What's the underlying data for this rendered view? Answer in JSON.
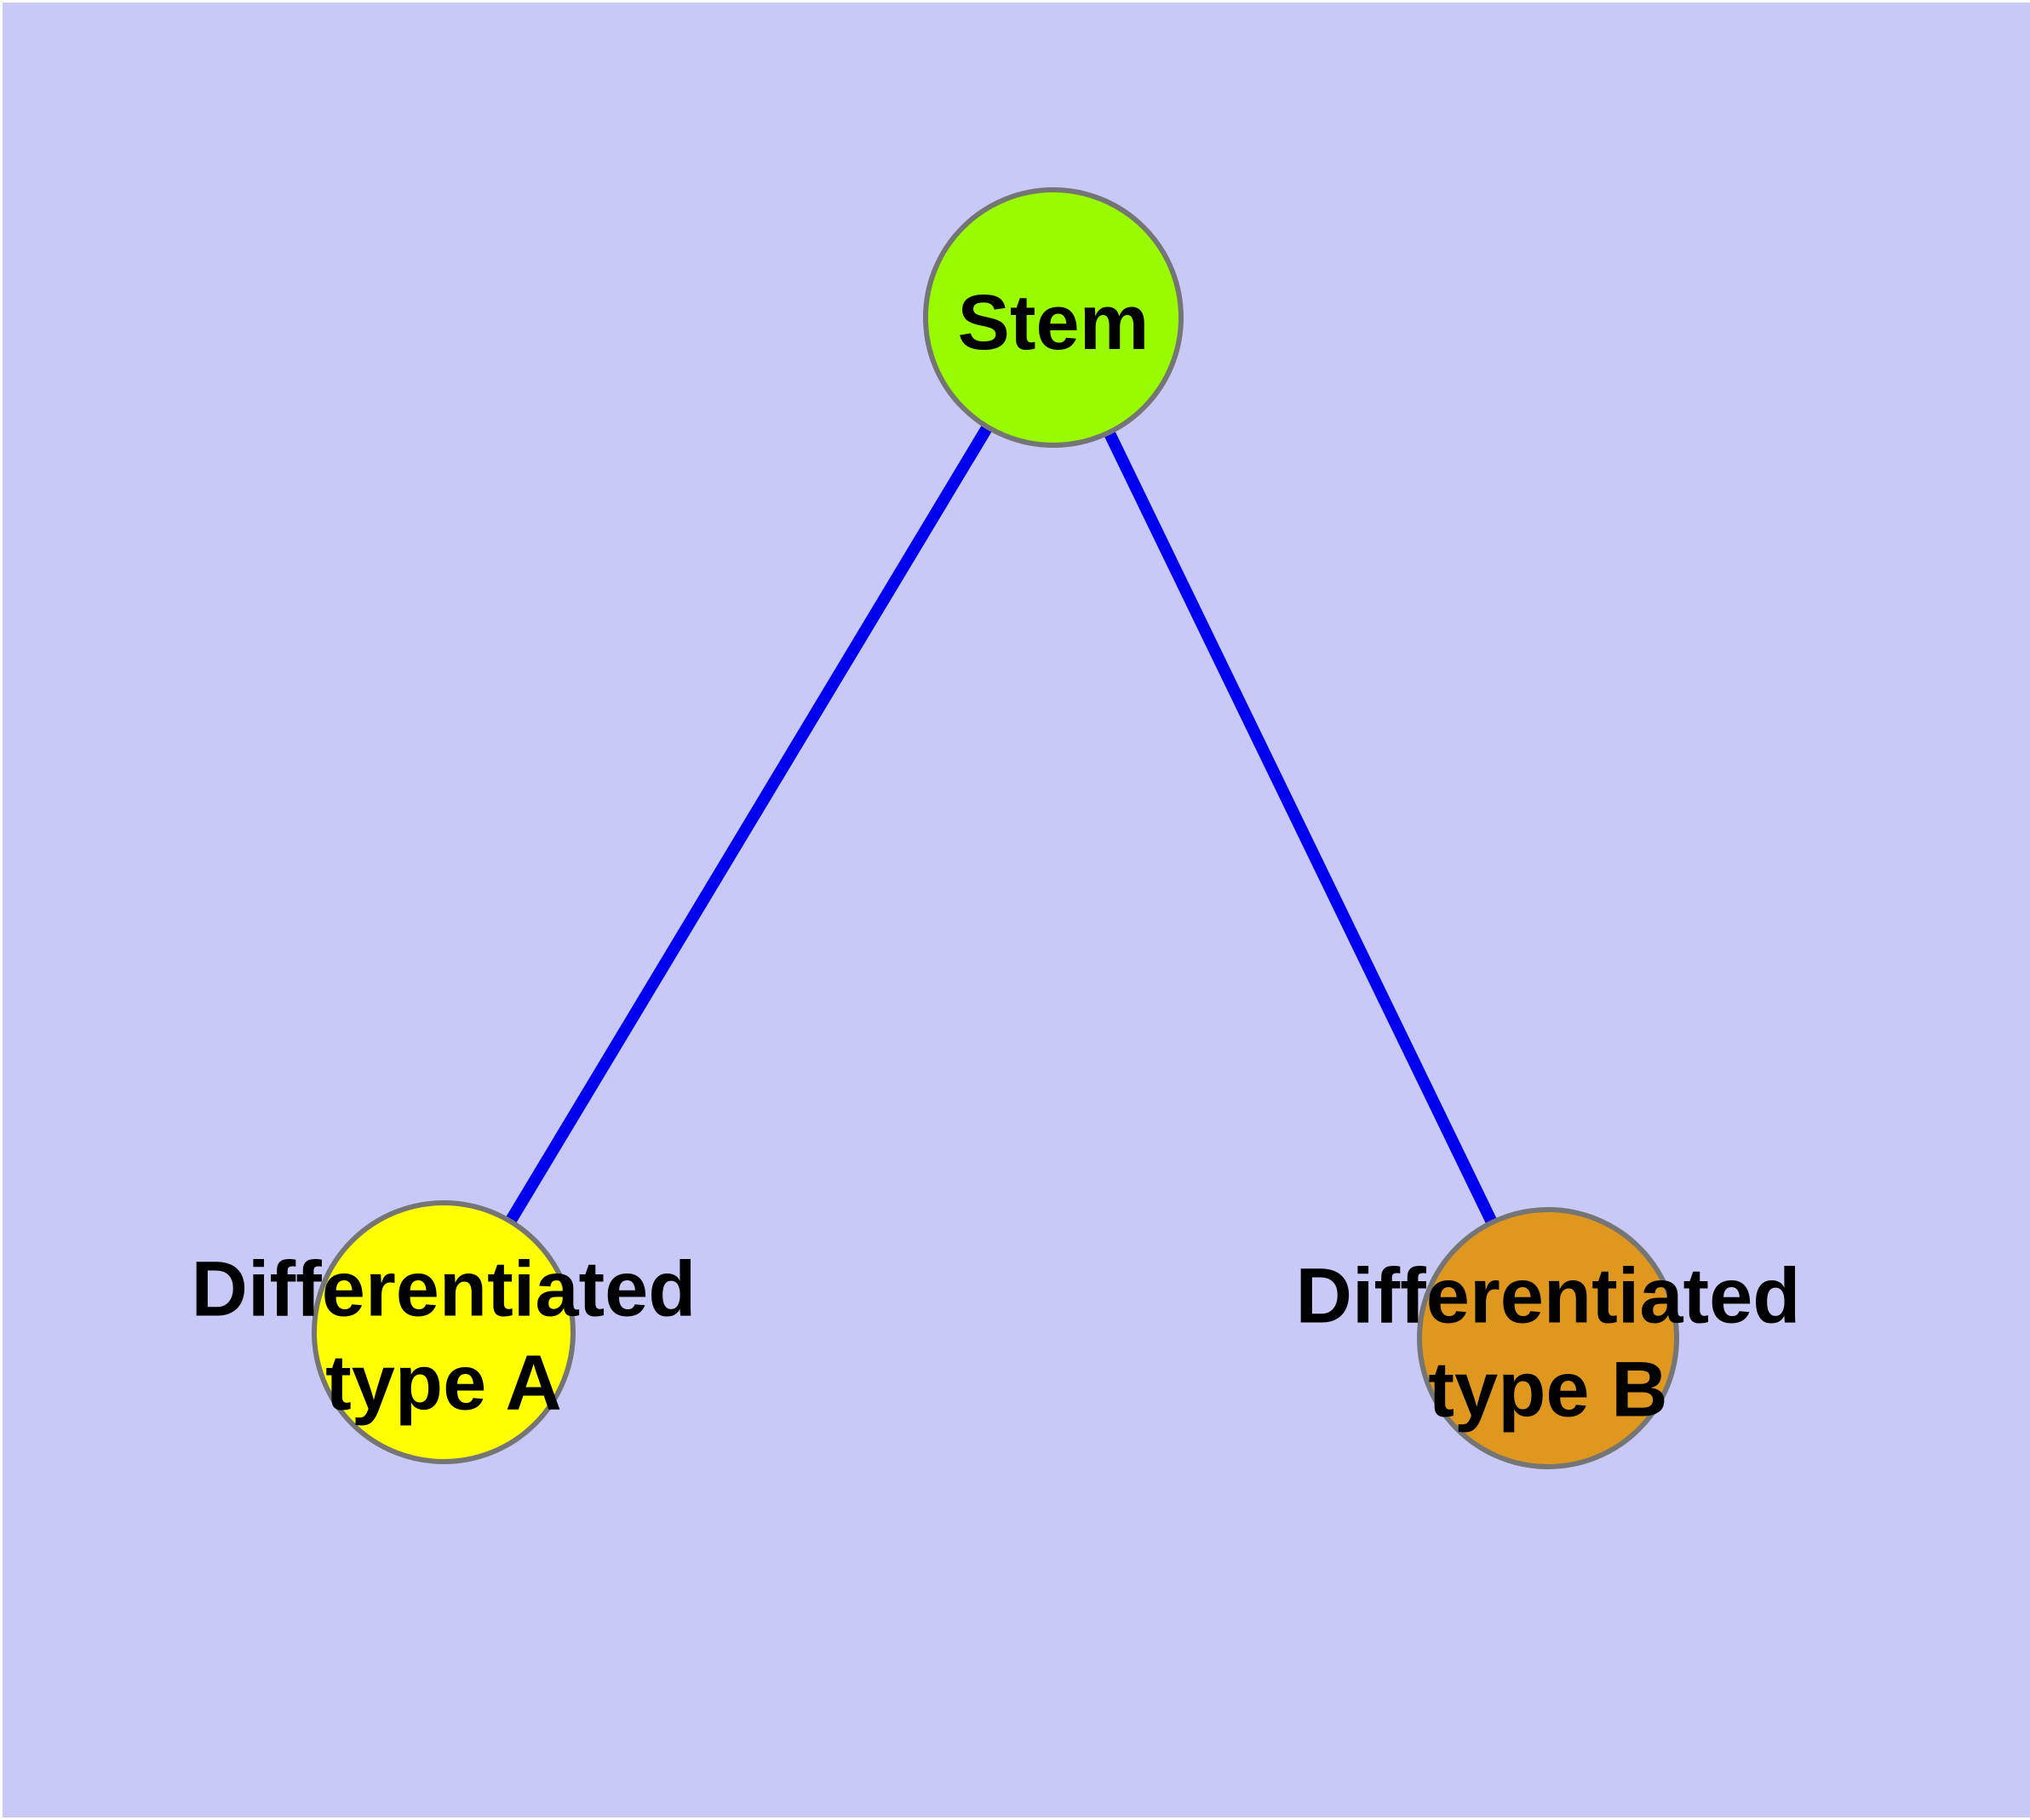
{
  "diagram": {
    "background_color": "#c9c9f8",
    "edge_color": "#0000ee",
    "node_border_color": "#757575",
    "text_color": "#000000",
    "nodes": {
      "stem": {
        "label": "Stem",
        "fill_color": "#99fb00"
      },
      "type_a": {
        "label": "Differentiated\ntype A",
        "fill_color": "#ffff00"
      },
      "type_b": {
        "label": "Differentiated\ntype B",
        "fill_color": "#e0971e"
      }
    },
    "edges": [
      {
        "from": "Stem",
        "to": "Differentiated type A"
      },
      {
        "from": "Stem",
        "to": "Differentiated type B"
      }
    ]
  }
}
